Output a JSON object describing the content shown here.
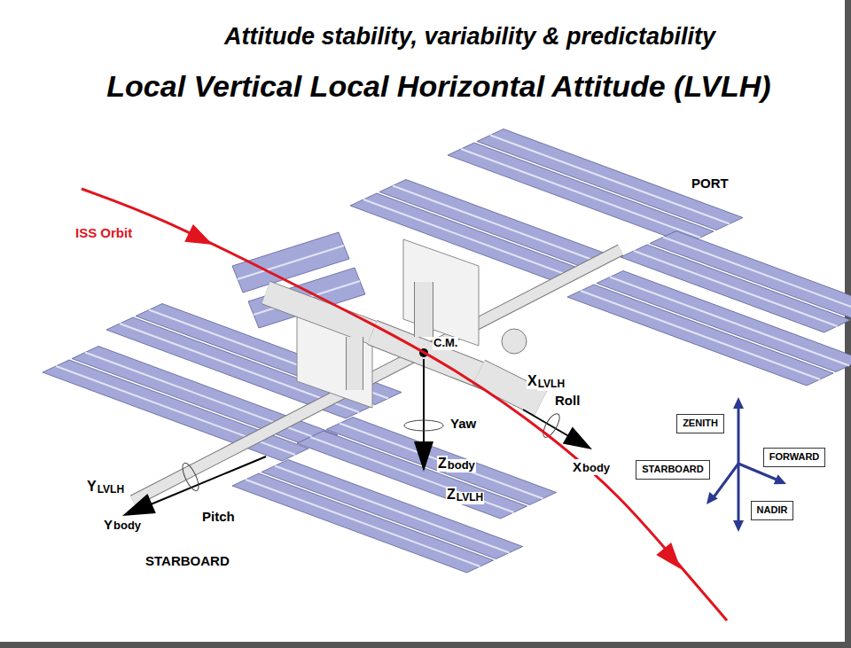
{
  "diagram": {
    "title": "Attitude stability, variability & predictability",
    "nodes": [
      {
        "text": [
          "ZENITH"
        ]
      },
      {
        "text": [
          "FORWARD"
        ]
      },
      {
        "text": [
          "STARBOARD"
        ]
      },
      {
        "text": [
          "NADIR"
        ]
      }
    ],
    "labels": [
      "Local Vertical Local Horizontal Attitude (LVLH)",
      "PORT",
      "ISS Orbit",
      "C.M.",
      "X",
      "LVLH",
      "Roll",
      "Yaw",
      "Z",
      "body",
      "X",
      "body",
      "Z",
      "LVLH",
      "Y",
      "LVLH",
      "Y",
      "body",
      "Pitch",
      "STARBOARD"
    ]
  }
}
